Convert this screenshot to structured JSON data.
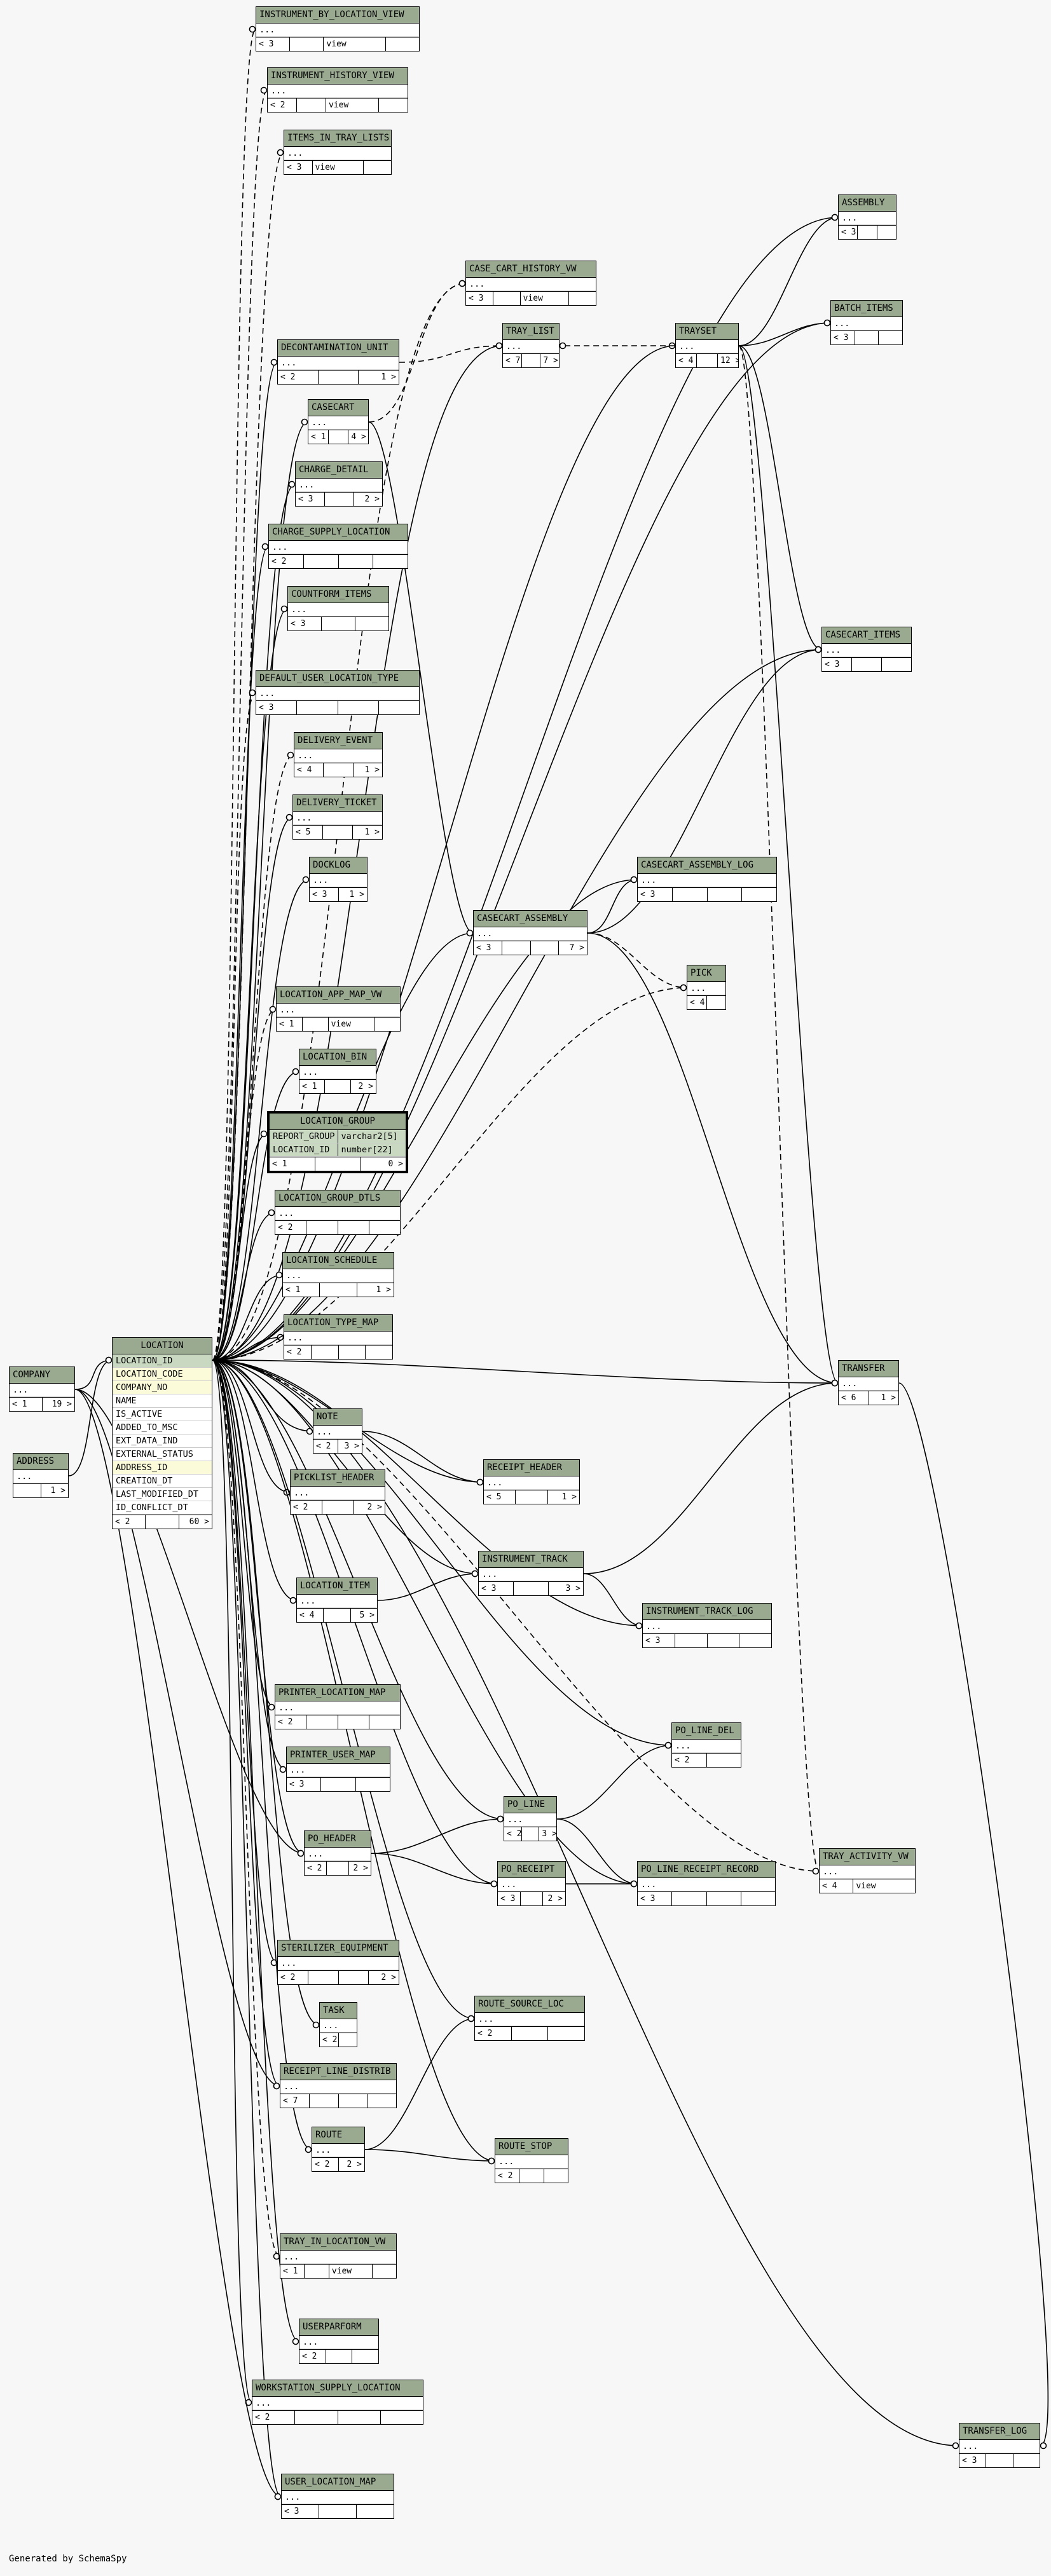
{
  "credit": "Generated by SchemaSpy",
  "tables": [
    {
      "id": "INSTRUMENT_BY_LOCATION_VIEW",
      "rows": [
        "..."
      ],
      "foot": [
        "< 3",
        "",
        "view",
        ""
      ]
    },
    {
      "id": "INSTRUMENT_HISTORY_VIEW",
      "rows": [
        "..."
      ],
      "foot": [
        "< 2",
        "",
        "view",
        ""
      ]
    },
    {
      "id": "ITEMS_IN_TRAY_LISTS",
      "rows": [
        "..."
      ],
      "foot": [
        "< 3",
        "view",
        ""
      ]
    },
    {
      "id": "ASSEMBLY",
      "rows": [
        "..."
      ],
      "foot": [
        "< 3",
        "",
        ""
      ]
    },
    {
      "id": "CASE_CART_HISTORY_VW",
      "rows": [
        "..."
      ],
      "foot": [
        "< 3",
        "",
        "view",
        ""
      ]
    },
    {
      "id": "BATCH_ITEMS",
      "rows": [
        "..."
      ],
      "foot": [
        "< 3",
        "",
        ""
      ]
    },
    {
      "id": "TRAY_LIST",
      "rows": [
        "..."
      ],
      "foot": [
        "< 7",
        "",
        "7 >"
      ]
    },
    {
      "id": "TRAYSET",
      "rows": [
        "..."
      ],
      "foot": [
        "< 4",
        "",
        "12 >"
      ]
    },
    {
      "id": "DECONTAMINATION_UNIT",
      "rows": [
        "..."
      ],
      "foot": [
        "< 2",
        "",
        "1 >"
      ]
    },
    {
      "id": "CASECART",
      "rows": [
        "..."
      ],
      "foot": [
        "< 1",
        "",
        "4 >"
      ]
    },
    {
      "id": "CHARGE_DETAIL",
      "rows": [
        "..."
      ],
      "foot": [
        "< 3",
        "",
        "2 >"
      ]
    },
    {
      "id": "CHARGE_SUPPLY_LOCATION",
      "rows": [
        "..."
      ],
      "foot": [
        "< 2",
        "",
        "",
        ""
      ]
    },
    {
      "id": "COUNTFORM_ITEMS",
      "rows": [
        "..."
      ],
      "foot": [
        "< 3",
        "",
        ""
      ]
    },
    {
      "id": "CASECART_ITEMS",
      "rows": [
        "..."
      ],
      "foot": [
        "< 3",
        "",
        ""
      ]
    },
    {
      "id": "DEFAULT_USER_LOCATION_TYPE",
      "rows": [
        "..."
      ],
      "foot": [
        "< 3",
        "",
        "",
        ""
      ]
    },
    {
      "id": "DELIVERY_EVENT",
      "rows": [
        "..."
      ],
      "foot": [
        "< 4",
        "",
        "1 >"
      ]
    },
    {
      "id": "DELIVERY_TICKET",
      "rows": [
        "..."
      ],
      "foot": [
        "< 5",
        "",
        "1 >"
      ]
    },
    {
      "id": "DOCKLOG",
      "rows": [
        "..."
      ],
      "foot": [
        "< 3",
        "1 >"
      ]
    },
    {
      "id": "CASECART_ASSEMBLY_LOG",
      "rows": [
        "..."
      ],
      "foot": [
        "< 3",
        "",
        "",
        ""
      ]
    },
    {
      "id": "CASECART_ASSEMBLY",
      "rows": [
        "..."
      ],
      "foot": [
        "< 3",
        "",
        "",
        "7 >"
      ]
    },
    {
      "id": "PICK",
      "rows": [
        "..."
      ],
      "foot": [
        "< 4",
        ""
      ]
    },
    {
      "id": "LOCATION_APP_MAP_VW",
      "rows": [
        "..."
      ],
      "foot": [
        "< 1",
        "",
        "view",
        ""
      ]
    },
    {
      "id": "LOCATION_BIN",
      "rows": [
        "..."
      ],
      "foot": [
        "< 1",
        "",
        "2 >"
      ]
    },
    {
      "id": "LOCATION_GROUP",
      "rows": [
        [
          "REPORT_GROUP",
          "varchar2[5]"
        ],
        [
          "LOCATION_ID",
          "number[22]"
        ]
      ],
      "foot": [
        "< 1",
        "",
        "0 >"
      ]
    },
    {
      "id": "LOCATION_GROUP_DTLS",
      "rows": [
        "..."
      ],
      "foot": [
        "< 2",
        "",
        "",
        ""
      ]
    },
    {
      "id": "LOCATION_SCHEDULE",
      "rows": [
        "..."
      ],
      "foot": [
        "< 1",
        "",
        "1 >"
      ]
    },
    {
      "id": "LOCATION_TYPE_MAP",
      "rows": [
        "..."
      ],
      "foot": [
        "< 2",
        "",
        "",
        ""
      ]
    },
    {
      "id": "COMPANY",
      "rows": [
        "..."
      ],
      "foot": [
        "< 1",
        "19 >"
      ]
    },
    {
      "id": "LOCATION",
      "rows": [
        "LOCATION_ID",
        "LOCATION_CODE",
        "COMPANY_NO",
        "NAME",
        "IS_ACTIVE",
        "ADDED_TO_MSC",
        "EXT_DATA_IND",
        "EXTERNAL_STATUS",
        "ADDRESS_ID",
        "CREATION_DT",
        "LAST_MODIFIED_DT",
        "ID_CONFLICT_DT"
      ],
      "foot": [
        "< 2",
        "",
        "60 >"
      ]
    },
    {
      "id": "TRANSFER",
      "rows": [
        "..."
      ],
      "foot": [
        "< 6",
        "1 >"
      ]
    },
    {
      "id": "ADDRESS",
      "rows": [
        "..."
      ],
      "foot": [
        "",
        "1 >"
      ]
    },
    {
      "id": "NOTE",
      "rows": [
        "..."
      ],
      "foot": [
        "< 2",
        "3 >"
      ]
    },
    {
      "id": "RECEIPT_HEADER",
      "rows": [
        "..."
      ],
      "foot": [
        "< 5",
        "",
        "1 >"
      ]
    },
    {
      "id": "PICKLIST_HEADER",
      "rows": [
        "..."
      ],
      "foot": [
        "< 2",
        "",
        "2 >"
      ]
    },
    {
      "id": "INSTRUMENT_TRACK",
      "rows": [
        "..."
      ],
      "foot": [
        "< 3",
        "",
        "3 >"
      ]
    },
    {
      "id": "LOCATION_ITEM",
      "rows": [
        "..."
      ],
      "foot": [
        "< 4",
        "",
        "5 >"
      ]
    },
    {
      "id": "INSTRUMENT_TRACK_LOG",
      "rows": [
        "..."
      ],
      "foot": [
        "< 3",
        "",
        "",
        ""
      ]
    },
    {
      "id": "PRINTER_LOCATION_MAP",
      "rows": [
        "..."
      ],
      "foot": [
        "< 2",
        "",
        "",
        ""
      ]
    },
    {
      "id": "PO_LINE_DEL",
      "rows": [
        "..."
      ],
      "foot": [
        "< 2",
        ""
      ]
    },
    {
      "id": "PRINTER_USER_MAP",
      "rows": [
        "..."
      ],
      "foot": [
        "< 3",
        "",
        ""
      ]
    },
    {
      "id": "PO_LINE",
      "rows": [
        "..."
      ],
      "foot": [
        "< 2",
        "",
        "3 >"
      ]
    },
    {
      "id": "PO_HEADER",
      "rows": [
        "..."
      ],
      "foot": [
        "< 2",
        "",
        "2 >"
      ]
    },
    {
      "id": "PO_RECEIPT",
      "rows": [
        "..."
      ],
      "foot": [
        "< 3",
        "",
        "2 >"
      ]
    },
    {
      "id": "PO_LINE_RECEIPT_RECORD",
      "rows": [
        "..."
      ],
      "foot": [
        "< 3",
        "",
        "",
        ""
      ]
    },
    {
      "id": "TRAY_ACTIVITY_VW",
      "rows": [
        "..."
      ],
      "foot": [
        "< 4",
        "view"
      ]
    },
    {
      "id": "STERILIZER_EQUIPMENT",
      "rows": [
        "..."
      ],
      "foot": [
        "< 2",
        "",
        "",
        "2 >"
      ]
    },
    {
      "id": "ROUTE_SOURCE_LOC",
      "rows": [
        "..."
      ],
      "foot": [
        "< 2",
        "",
        ""
      ]
    },
    {
      "id": "TASK",
      "rows": [
        "..."
      ],
      "foot": [
        "< 2",
        ""
      ]
    },
    {
      "id": "RECEIPT_LINE_DISTRIB",
      "rows": [
        "..."
      ],
      "foot": [
        "< 7",
        "",
        "",
        ""
      ]
    },
    {
      "id": "ROUTE",
      "rows": [
        "..."
      ],
      "foot": [
        "< 2",
        "2 >"
      ]
    },
    {
      "id": "ROUTE_STOP",
      "rows": [
        "..."
      ],
      "foot": [
        "< 2",
        "",
        ""
      ]
    },
    {
      "id": "TRAY_IN_LOCATION_VW",
      "rows": [
        "..."
      ],
      "foot": [
        "< 1",
        "",
        "view",
        ""
      ]
    },
    {
      "id": "USERPARFORM",
      "rows": [
        "..."
      ],
      "foot": [
        "< 2",
        "",
        ""
      ]
    },
    {
      "id": "WORKSTATION_SUPPLY_LOCATION",
      "rows": [
        "..."
      ],
      "foot": [
        "< 2",
        "",
        "",
        ""
      ]
    },
    {
      "id": "TRANSFER_LOG",
      "rows": [
        "..."
      ],
      "foot": [
        "< 3",
        "",
        ""
      ]
    },
    {
      "id": "USER_LOCATION_MAP",
      "rows": [
        "..."
      ],
      "foot": [
        "< 3",
        "",
        ""
      ]
    }
  ]
}
